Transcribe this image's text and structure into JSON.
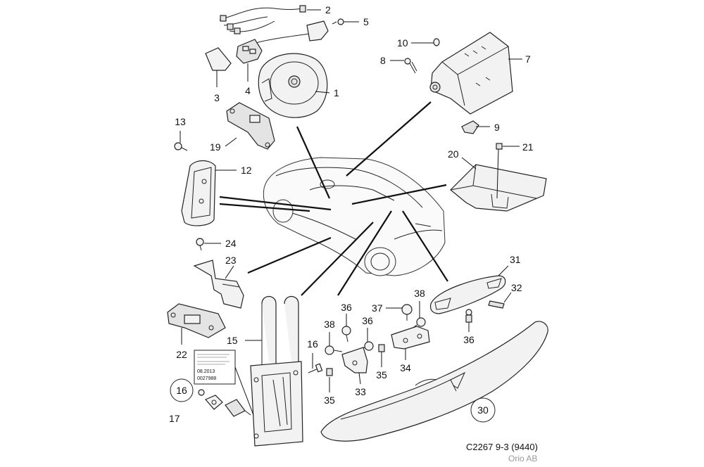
{
  "labels": [
    {
      "key": "p1",
      "text": "1"
    },
    {
      "key": "p2",
      "text": "2"
    },
    {
      "key": "p3",
      "text": "3"
    },
    {
      "key": "p4",
      "text": "4"
    },
    {
      "key": "p5",
      "text": "5"
    },
    {
      "key": "p7",
      "text": "7"
    },
    {
      "key": "p8",
      "text": "8"
    },
    {
      "key": "p9",
      "text": "9"
    },
    {
      "key": "p10",
      "text": "10"
    },
    {
      "key": "p12",
      "text": "12"
    },
    {
      "key": "p13",
      "text": "13"
    },
    {
      "key": "p15",
      "text": "15"
    },
    {
      "key": "p16a",
      "text": "16"
    },
    {
      "key": "p16b",
      "text": "16"
    },
    {
      "key": "p17",
      "text": "17"
    },
    {
      "key": "p19",
      "text": "19"
    },
    {
      "key": "p20",
      "text": "20"
    },
    {
      "key": "p21",
      "text": "21"
    },
    {
      "key": "p22",
      "text": "22"
    },
    {
      "key": "p23",
      "text": "23"
    },
    {
      "key": "p24",
      "text": "24"
    },
    {
      "key": "p30",
      "text": "30"
    },
    {
      "key": "p31",
      "text": "31"
    },
    {
      "key": "p32",
      "text": "32"
    },
    {
      "key": "p33",
      "text": "33"
    },
    {
      "key": "p34",
      "text": "34"
    },
    {
      "key": "p35a",
      "text": "35"
    },
    {
      "key": "p35b",
      "text": "35"
    },
    {
      "key": "p36a",
      "text": "36"
    },
    {
      "key": "p36b",
      "text": "36"
    },
    {
      "key": "p36c",
      "text": "36"
    },
    {
      "key": "p37",
      "text": "37"
    },
    {
      "key": "p38a",
      "text": "38"
    },
    {
      "key": "p38b",
      "text": "38"
    }
  ],
  "label_card": {
    "date": "08.2013",
    "serial": "0027988"
  },
  "caption": "C2267 9-3 (9440)",
  "credit": "Orio AB"
}
